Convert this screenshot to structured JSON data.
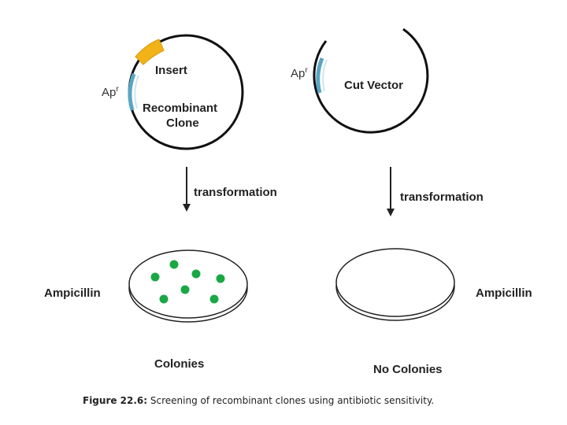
{
  "left_plasmid": {
    "insert_label": "Insert",
    "marker_label": "Ap",
    "marker_sup": "r",
    "name_line1": "Recombinant",
    "name_line2": "Clone",
    "insert_color": "#f2b318",
    "marker_color": "#5aa6c2"
  },
  "right_plasmid": {
    "marker_label": "Ap",
    "marker_sup": "r",
    "name": "Cut Vector",
    "marker_color": "#5aa6c2"
  },
  "left_arrow_label": "transformation",
  "right_arrow_label": "transformation",
  "left_dish": {
    "side_label": "Ampicillin",
    "result_label": "Colonies",
    "colony_color": "#1aa845",
    "colony_count": 7
  },
  "right_dish": {
    "side_label": "Ampicillin",
    "result_label": "No Colonies"
  },
  "caption": {
    "prefix": "Figure 22.6:",
    "text": " Screening of recombinant clones using antibiotic sensitivity."
  }
}
